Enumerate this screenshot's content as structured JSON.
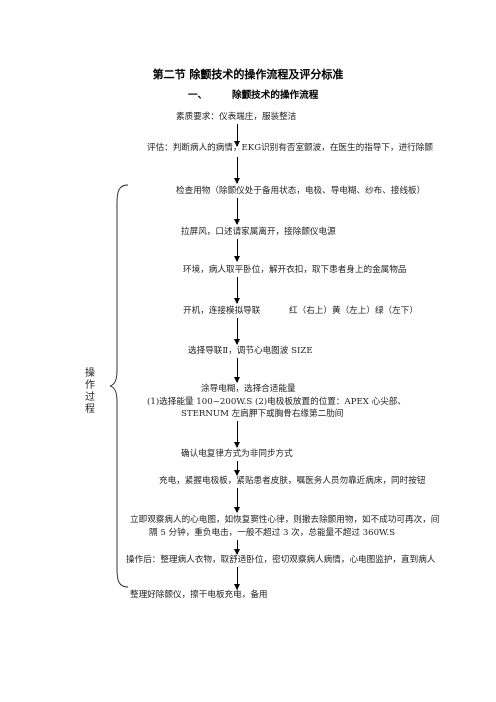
{
  "header": {
    "title": "第二节  除颤技术的操作流程及评分标准",
    "subtitle_number": "一、",
    "subtitle_text": "除颤技术的操作流程"
  },
  "side_label": "操作过程",
  "steps": {
    "s1": "素质要求：仪表端庄，服装整洁",
    "s2": "评估：判断病人的病情，EKG识别有否室颤波，在医生的指导下，进行除颤",
    "s3": "检查用物（除颤仪处于备用状态，电极、导电糊、纱布、接线板）",
    "s4": "拉屏风，口述请家属离开，接除颤仪电源",
    "s5": "环境，病人取平卧位，解开衣扣，取下患者身上的金属物品",
    "s6a": "开机，连接模拟导联",
    "s6b": "红（右上）黄（左上）绿（左下）",
    "s7": "选择导联Ⅱ，调节心电图波 SIZE",
    "s8a": "涂导电糊，选择合适能量",
    "s8b": "(1)选择能量 100~200W.S   (2)电极板放置的位置：APEX 心尖部、",
    "s8c": "STERNUM 左肩胛下或胸骨右缘第二肋间",
    "s9": "确认电复律方式为非同步方式",
    "s10": "充电，紧握电极板，紧贴患者皮肤，嘱医务人员勿靠近病床，同时按钮",
    "s11a": "立即观察病人的心电图，如恢复窦性心律，则撤去除颤用物，如不成功可再次，间",
    "s11b": "隔 5 分钟，重负电击，一般不超过 3 次，总能量不超过 360W.S",
    "s12": "操作后：整理病人衣物，取舒适卧位，密切观察病人病情，心电图监护，直到病人",
    "s13": "整理好除颤仪，擦干电板充电，备用"
  }
}
